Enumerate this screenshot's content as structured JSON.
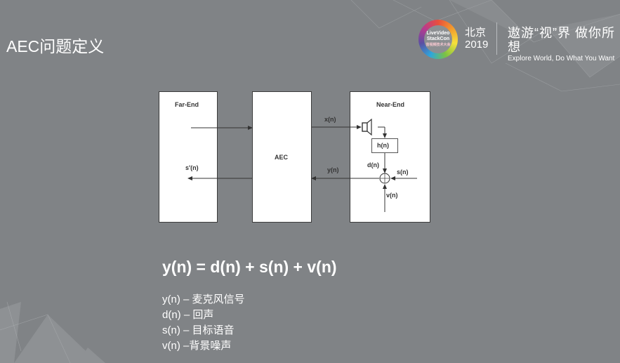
{
  "slide": {
    "title": "AEC问题定义",
    "header": {
      "logo": {
        "line1": "LiveVideo",
        "line2": "StackCon",
        "line3": "音视频技术大会"
      },
      "city": "北京",
      "year": "2019",
      "slogan_cn": "遨游“视”界 做你所想",
      "slogan_en": "Explore World, Do What You Want"
    },
    "diagram": {
      "far_end_label": "Far-End",
      "aec_label": "AEC",
      "near_end_label": "Near-End",
      "signals": {
        "x": "x(n)",
        "h": "h(n)",
        "d": "d(n)",
        "s": "s(n)",
        "v": "v(n)",
        "y": "y(n)",
        "s_prime": "s'(n)"
      }
    },
    "formula": "y(n) = d(n) + s(n) + v(n)",
    "definitions": [
      "y(n) – 麦克风信号",
      "d(n) – 回声",
      "s(n) – 目标语音",
      "v(n) –背景噪声"
    ]
  }
}
